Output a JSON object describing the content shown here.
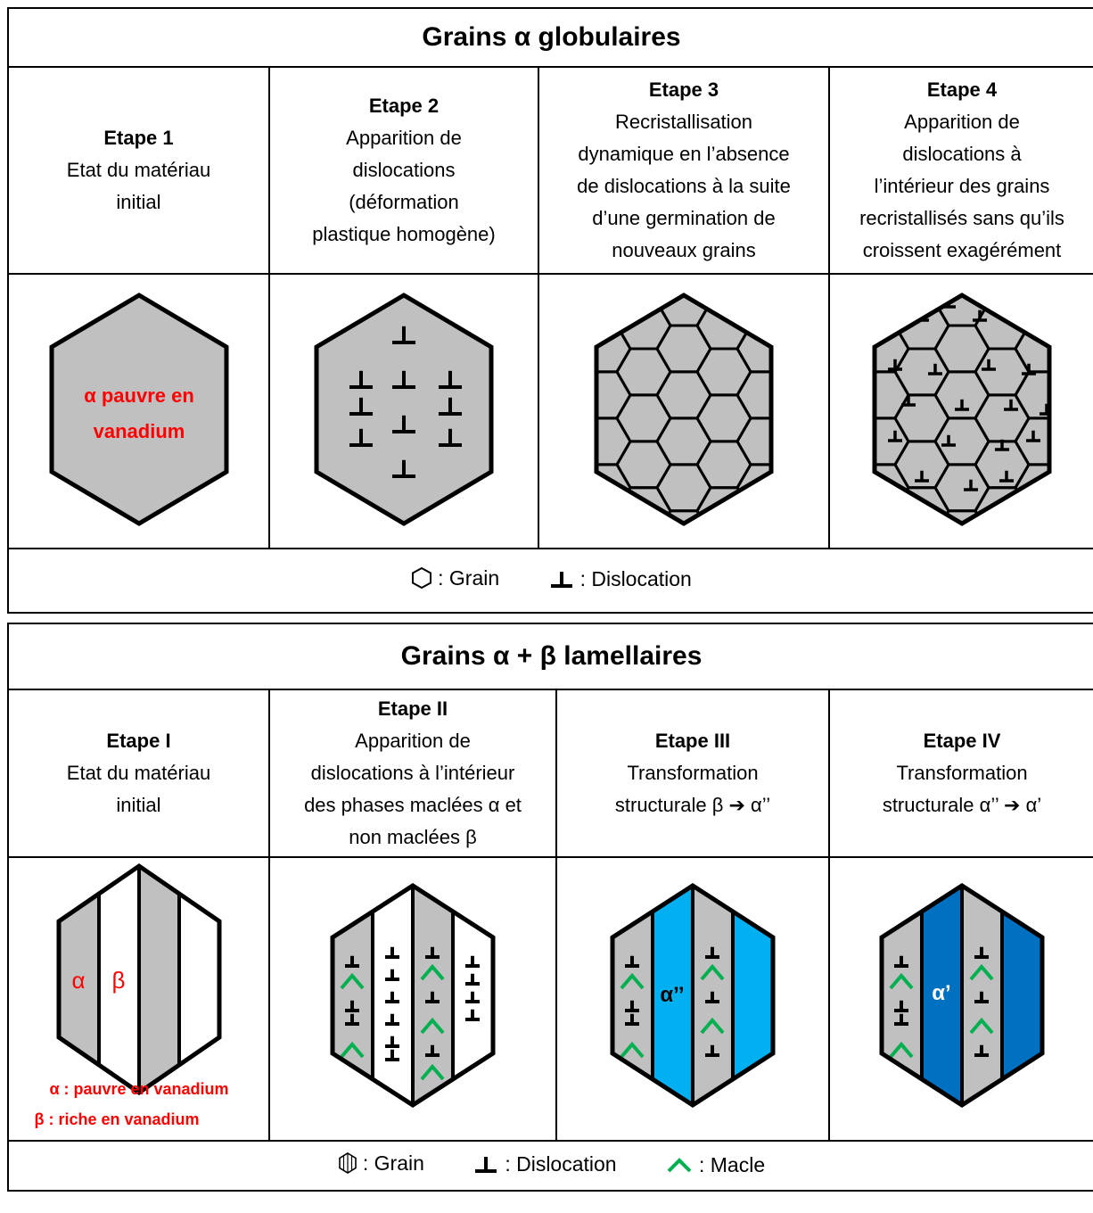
{
  "top": {
    "title": "Grains α globulaires",
    "steps": [
      {
        "label": "Etape 1",
        "lines": [
          "Etat du matériau",
          "initial"
        ]
      },
      {
        "label": "Etape 2",
        "lines": [
          "Apparition de",
          "dislocations",
          "(déformation",
          "plastique homogène)"
        ]
      },
      {
        "label": "Etape 3",
        "lines": [
          "Recristallisation",
          "dynamique en l’absence",
          "de dislocations à la suite",
          "d’une germination de",
          "nouveaux grains"
        ]
      },
      {
        "label": "Etape 4",
        "lines": [
          "Apparition de",
          "dislocations à",
          "l’intérieur des grains",
          "recristallisés sans qu’ils",
          "croissent exagérément"
        ]
      }
    ],
    "grain_label_line1": "α pauvre en",
    "grain_label_line2": "vanadium",
    "legend": {
      "grain": ": Grain",
      "dislocation": ": Dislocation"
    }
  },
  "bottom": {
    "title": "Grains α + β lamellaires",
    "steps": [
      {
        "label": "Etape I",
        "lines": [
          "Etat du matériau",
          "initial"
        ]
      },
      {
        "label": "Etape II",
        "lines": [
          "Apparition de",
          "dislocations à l’intérieur",
          "des phases maclées α et",
          "non maclées β"
        ]
      },
      {
        "label": "Etape III",
        "lines": [
          "Transformation",
          "structurale β ➔ α’’"
        ]
      },
      {
        "label": "Etape IV",
        "lines": [
          "Transformation",
          "structurale α’’ ➔ α’"
        ]
      }
    ],
    "phase_alpha": "α",
    "phase_beta": "β",
    "note_alpha": "α : pauvre en vanadium",
    "note_beta": "β : riche en vanadium",
    "alpha_double_prime": "α’’",
    "alpha_prime": "α’",
    "legend": {
      "grain": ": Grain",
      "dislocation": ": Dislocation",
      "macle": ": Macle"
    }
  },
  "colors": {
    "grain_fill": "#c0c0c0",
    "label_red": "#ff0000",
    "macle_green": "#00b050",
    "alpha_double_prime_blue": "#00b0f0",
    "alpha_prime_blue": "#0070c0"
  }
}
